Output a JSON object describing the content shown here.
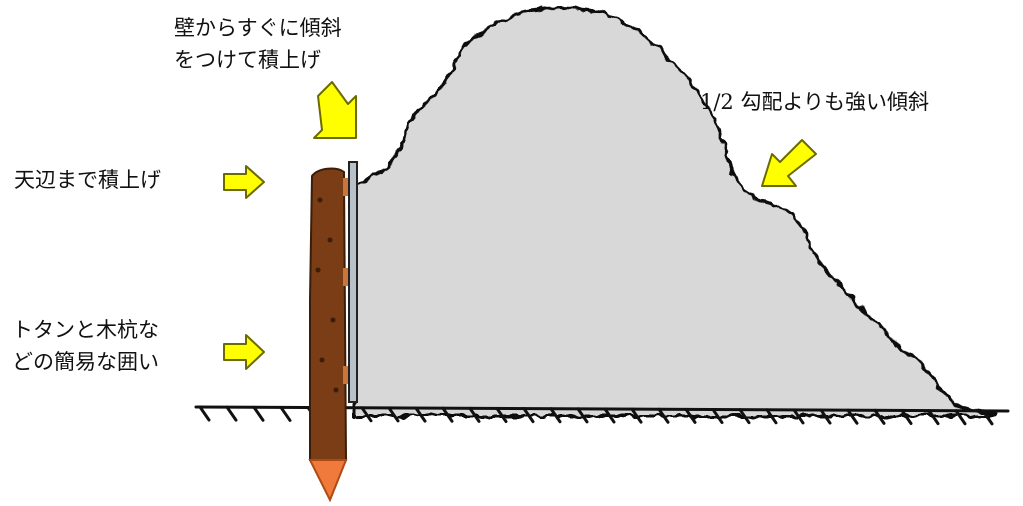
{
  "labels": {
    "wall_slope_line1": "壁からすぐに傾斜",
    "wall_slope_line2": "をつけて積上げ",
    "slope_ratio": "1/2 勾配よりも強い傾斜",
    "stack_to_top": "天辺まで積上げ",
    "enclosure_line1": "トタンと木杭な",
    "enclosure_line2": "どの簡易な囲い"
  },
  "colors": {
    "pile_fill": "#d8d8d8",
    "pile_outline": "#111111",
    "post": "#7a3d16",
    "post_tip": "#f07a3c",
    "sheet": "#b9c1c8",
    "bracket": "#c9753c",
    "arrow_fill": "#ffff00",
    "arrow_outline": "#6b6b00",
    "ground": "#111111"
  }
}
